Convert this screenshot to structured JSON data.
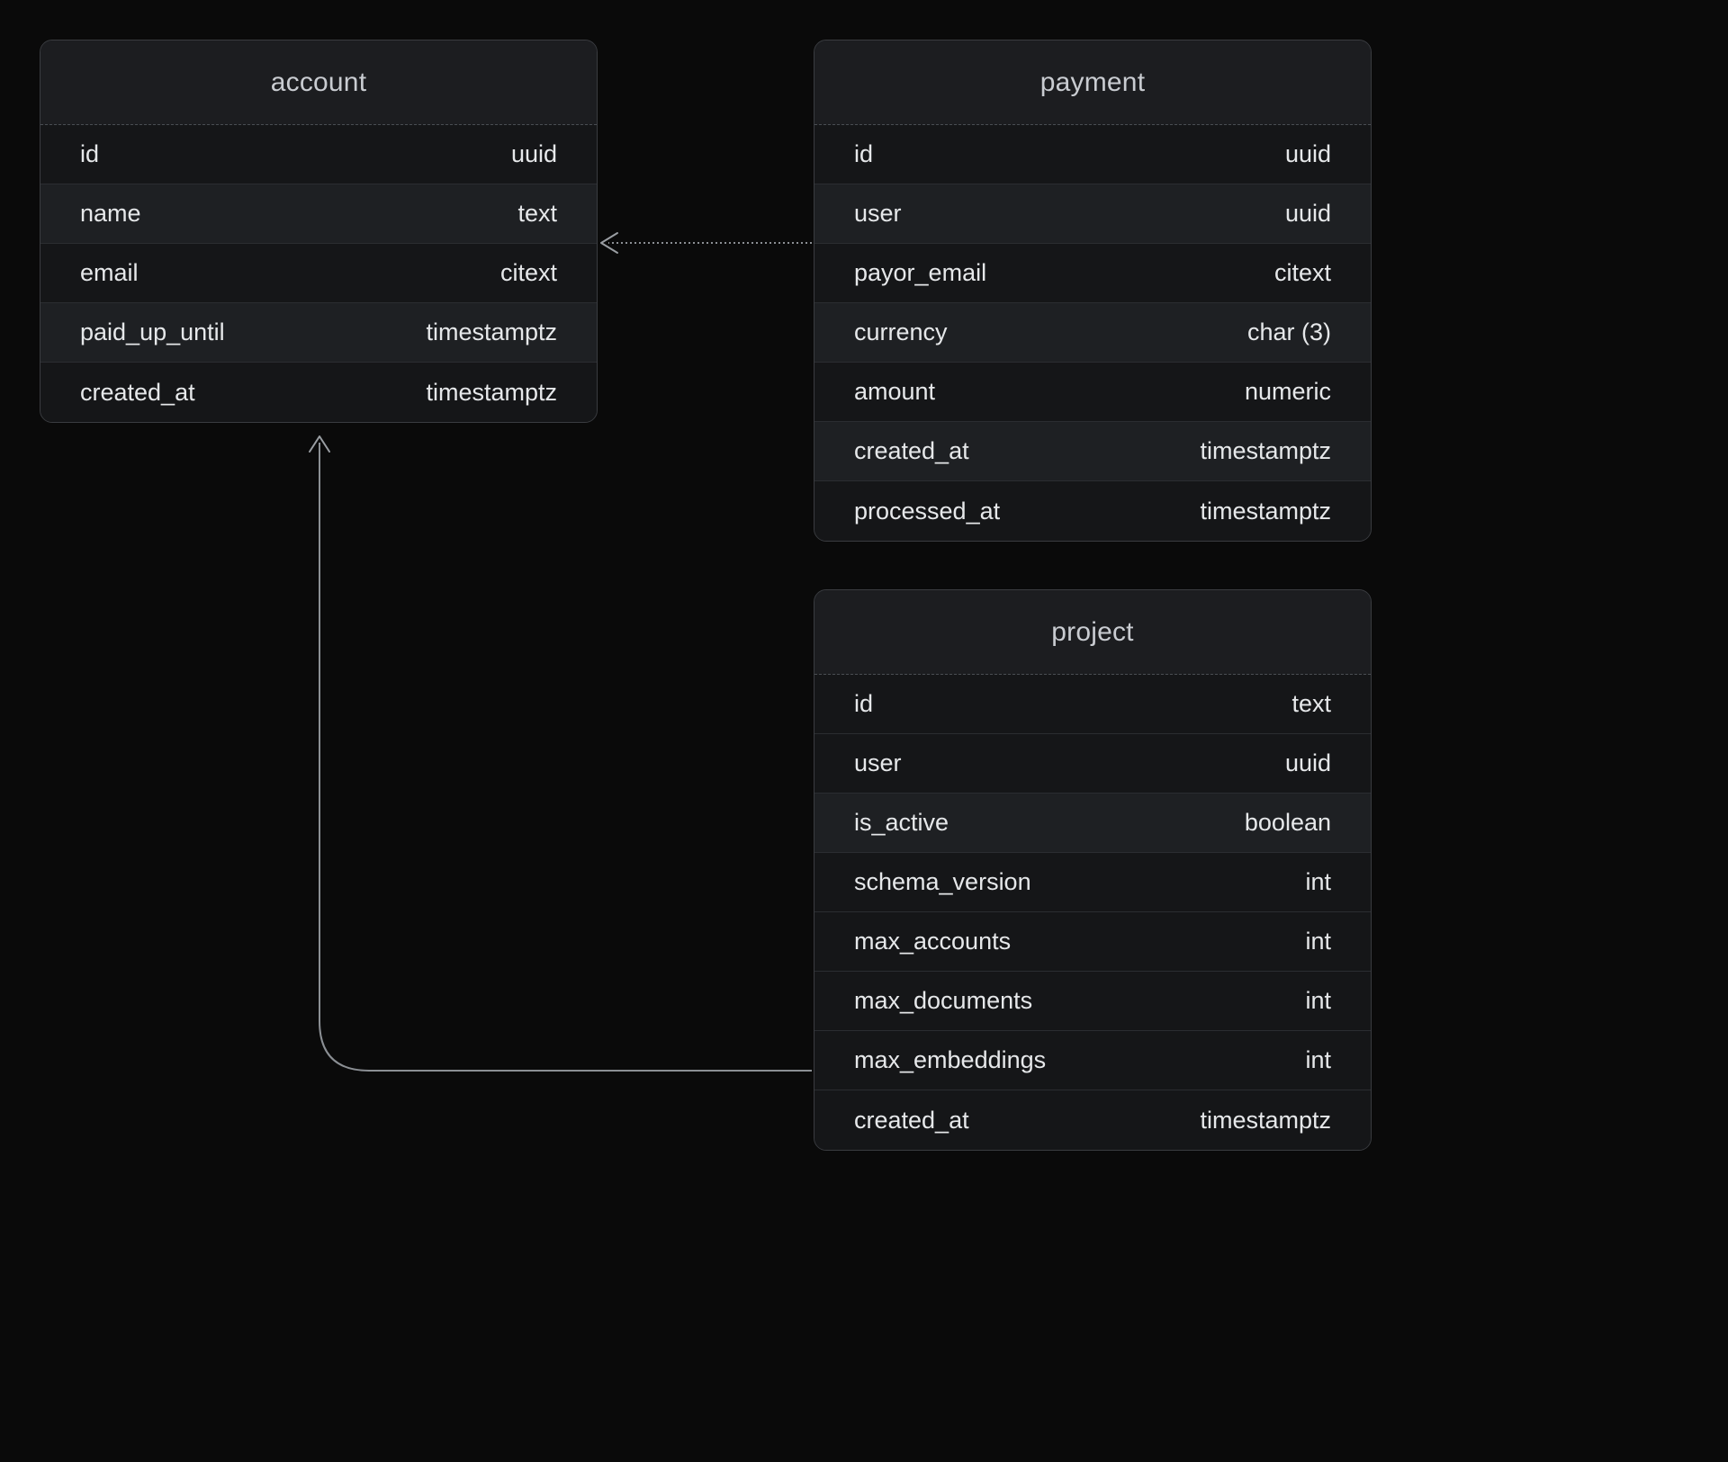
{
  "diagram": {
    "type": "entity-relationship-diagram",
    "background_color": "#0a0a0a",
    "card_color": "#1a1b1e",
    "border_color": "#3a3c40",
    "text_color": "#e6e8ea",
    "title_color": "#c9ccd1",
    "connector_color": "#8b8f94"
  },
  "tables": [
    {
      "name": "account",
      "columns": [
        {
          "name": "id",
          "type": "uuid"
        },
        {
          "name": "name",
          "type": "text"
        },
        {
          "name": "email",
          "type": "citext"
        },
        {
          "name": "paid_up_until",
          "type": "timestamptz"
        },
        {
          "name": "created_at",
          "type": "timestamptz"
        }
      ]
    },
    {
      "name": "payment",
      "columns": [
        {
          "name": "id",
          "type": "uuid"
        },
        {
          "name": "user",
          "type": "uuid"
        },
        {
          "name": "payor_email",
          "type": "citext"
        },
        {
          "name": "currency",
          "type": "char (3)"
        },
        {
          "name": "amount",
          "type": "numeric"
        },
        {
          "name": "created_at",
          "type": "timestamptz"
        },
        {
          "name": "processed_at",
          "type": "timestamptz"
        }
      ]
    },
    {
      "name": "project",
      "columns": [
        {
          "name": "id",
          "type": "text"
        },
        {
          "name": "user",
          "type": "uuid"
        },
        {
          "name": "is_active",
          "type": "boolean"
        },
        {
          "name": "schema_version",
          "type": "int"
        },
        {
          "name": "max_accounts",
          "type": "int"
        },
        {
          "name": "max_documents",
          "type": "int"
        },
        {
          "name": "max_embeddings",
          "type": "int"
        },
        {
          "name": "created_at",
          "type": "timestamptz"
        }
      ]
    }
  ],
  "relationships": [
    {
      "from_table": "payment",
      "from_column": "user",
      "to_table": "account",
      "to_column": "id"
    },
    {
      "from_table": "project",
      "from_column": "user",
      "to_table": "account",
      "to_column": "id"
    }
  ]
}
